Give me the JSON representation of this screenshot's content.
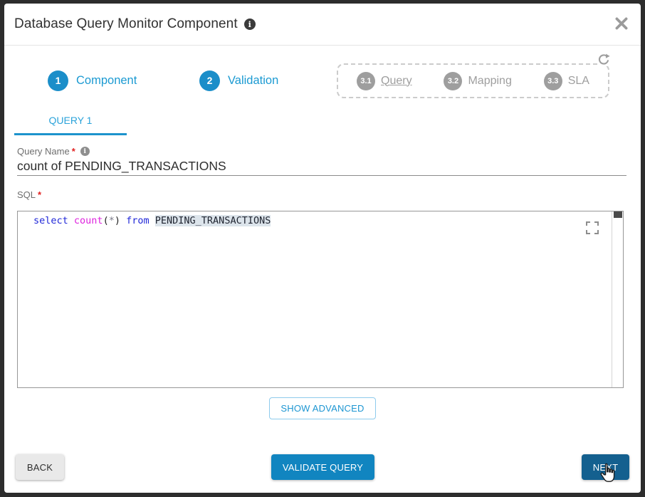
{
  "colors": {
    "accent_blue": "#1b8ec9",
    "tab_blue": "#2ba3da",
    "disabled_gray": "#9e9e9e",
    "required_red": "#e12120",
    "validate_button_bg": "#1185c0",
    "next_button_bg": "#14608f",
    "back_button_bg": "#e9e9e9",
    "keyword_blue": "#2027d8",
    "function_magenta": "#de21de",
    "token_highlight_bg": "#dce4eb",
    "frame_border": "#2d2d2d"
  },
  "header": {
    "title": "Database Query Monitor Component",
    "info_icon": "info-icon",
    "close_icon": "close-icon"
  },
  "wizard": {
    "steps": [
      {
        "number": "1",
        "label": "Component"
      },
      {
        "number": "2",
        "label": "Validation"
      }
    ],
    "sub_steps": [
      {
        "number": "3.1",
        "label": "Query"
      },
      {
        "number": "3.2",
        "label": "Mapping"
      },
      {
        "number": "3.3",
        "label": "SLA"
      }
    ],
    "refresh_icon": "refresh-icon"
  },
  "tabs": {
    "active_tab": "QUERY 1"
  },
  "form": {
    "query_name": {
      "label": "Query Name",
      "required_marker": "*",
      "value": "count of PENDING_TRANSACTIONS"
    },
    "sql": {
      "label": "SQL",
      "required_marker": "*",
      "code": "select count(*) from PENDING_TRANSACTIONS",
      "tokens": [
        {
          "t": "select",
          "c": "kw"
        },
        {
          "t": " ",
          "c": "pl"
        },
        {
          "t": "count",
          "c": "fn"
        },
        {
          "t": "(",
          "c": "pl"
        },
        {
          "t": "*",
          "c": "op"
        },
        {
          "t": ")",
          "c": "pl"
        },
        {
          "t": " ",
          "c": "pl"
        },
        {
          "t": "from",
          "c": "kw"
        },
        {
          "t": " ",
          "c": "pl"
        },
        {
          "t": "PENDING_TRANSACTIONS",
          "c": "hl"
        }
      ],
      "fullscreen_icon": "fullscreen-icon"
    }
  },
  "buttons": {
    "show_advanced": "SHOW ADVANCED",
    "back": "BACK",
    "validate_query": "VALIDATE QUERY",
    "next": "NEXT"
  }
}
